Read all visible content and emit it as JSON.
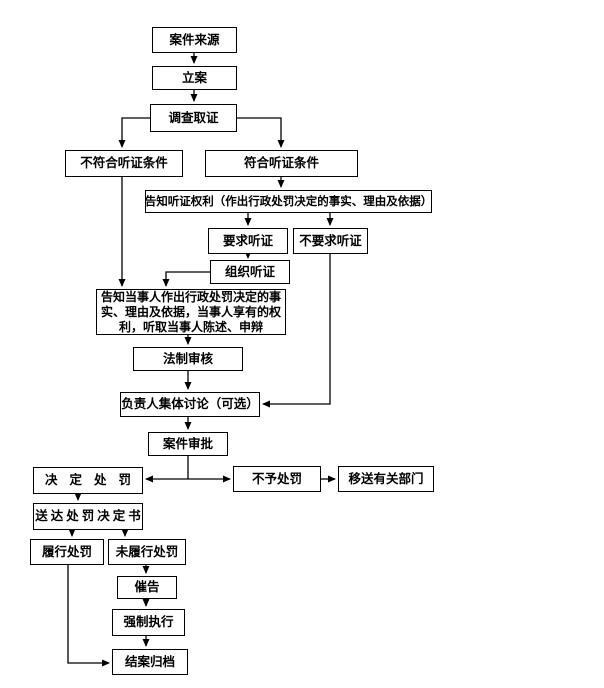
{
  "diagram": {
    "type": "flowchart",
    "background_color": "#ffffff",
    "line_color": "#000000",
    "box_fill": "#ffffff",
    "text_color": "#000000"
  },
  "nodes": {
    "case_source": {
      "label": "案件来源"
    },
    "filing": {
      "label": "立案"
    },
    "investigation": {
      "label": "调查取证"
    },
    "not_meet_hearing": {
      "label": "不符合听证条件"
    },
    "meet_hearing": {
      "label": "符合听证条件"
    },
    "notify_hearing_right": {
      "label": "告知听证权利（作出行政处罚决定的事实、理由及依据）"
    },
    "request_hearing": {
      "label": "要求听证"
    },
    "no_request_hearing": {
      "label": "不要求听证"
    },
    "organize_hearing": {
      "label": "组织听证"
    },
    "notify_party": {
      "label": "告知当事人作出行政处罚决定的事实、理由及依据，当事人享有的权利，听取当事人陈述、申辩"
    },
    "legal_review": {
      "label": "法制审核"
    },
    "collective_discussion": {
      "label": "负责人集体讨论（可选）"
    },
    "case_approval": {
      "label": "案件审批"
    },
    "decide_penalty": {
      "label": "决定处罚"
    },
    "no_penalty": {
      "label": "不予处罚"
    },
    "transfer_dept": {
      "label": "移送有关部门"
    },
    "deliver_decision": {
      "label": "送达处罚决定书"
    },
    "fulfill_penalty": {
      "label": "履行处罚"
    },
    "not_fulfill_penalty": {
      "label": "未履行处罚"
    },
    "demand_notice": {
      "label": "催告"
    },
    "compulsory_enforcement": {
      "label": "强制执行"
    },
    "close_archive": {
      "label": "结案归档"
    }
  },
  "edges": [
    {
      "from": "case_source",
      "to": "filing"
    },
    {
      "from": "filing",
      "to": "investigation"
    },
    {
      "from": "investigation",
      "to": "not_meet_hearing"
    },
    {
      "from": "investigation",
      "to": "meet_hearing"
    },
    {
      "from": "meet_hearing",
      "to": "notify_hearing_right"
    },
    {
      "from": "notify_hearing_right",
      "to": "request_hearing"
    },
    {
      "from": "notify_hearing_right",
      "to": "no_request_hearing"
    },
    {
      "from": "request_hearing",
      "to": "organize_hearing"
    },
    {
      "from": "organize_hearing",
      "to": "notify_party"
    },
    {
      "from": "not_meet_hearing",
      "to": "notify_party"
    },
    {
      "from": "notify_party",
      "to": "legal_review"
    },
    {
      "from": "legal_review",
      "to": "collective_discussion"
    },
    {
      "from": "no_request_hearing",
      "to": "collective_discussion"
    },
    {
      "from": "collective_discussion",
      "to": "case_approval"
    },
    {
      "from": "case_approval",
      "to": "decide_penalty"
    },
    {
      "from": "case_approval",
      "to": "no_penalty"
    },
    {
      "from": "no_penalty",
      "to": "transfer_dept"
    },
    {
      "from": "decide_penalty",
      "to": "deliver_decision"
    },
    {
      "from": "deliver_decision",
      "to": "fulfill_penalty"
    },
    {
      "from": "deliver_decision",
      "to": "not_fulfill_penalty"
    },
    {
      "from": "not_fulfill_penalty",
      "to": "demand_notice"
    },
    {
      "from": "demand_notice",
      "to": "compulsory_enforcement"
    },
    {
      "from": "compulsory_enforcement",
      "to": "close_archive"
    },
    {
      "from": "fulfill_penalty",
      "to": "close_archive"
    }
  ]
}
